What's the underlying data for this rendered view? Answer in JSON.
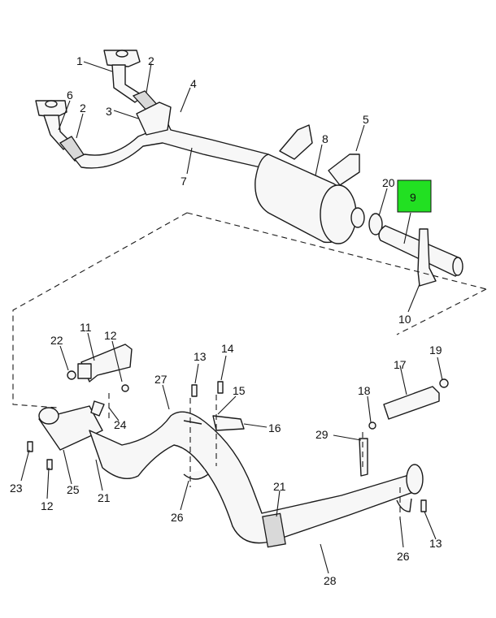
{
  "diagram": {
    "highlight_color": "#22e022",
    "callouts": [
      "1",
      "2",
      "3",
      "4",
      "5",
      "6",
      "2",
      "7",
      "8",
      "20",
      "9",
      "10",
      "11",
      "12",
      "22",
      "13",
      "14",
      "27",
      "15",
      "16",
      "17",
      "19",
      "18",
      "24",
      "29",
      "23",
      "25",
      "21",
      "12",
      "26",
      "21",
      "13",
      "26",
      "28"
    ],
    "highlighted": "9"
  }
}
